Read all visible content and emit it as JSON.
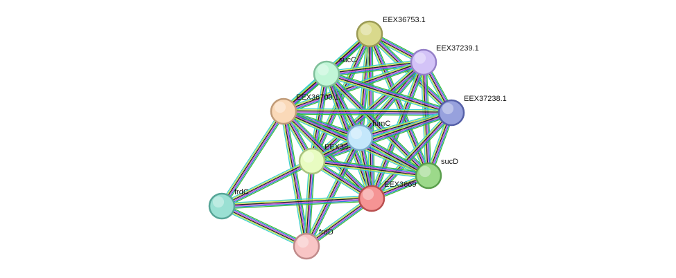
{
  "diagram": {
    "nodes": [
      {
        "id": "EEX36753.1",
        "label": "EEX36753.1",
        "color": "#d9d98c",
        "stroke": "#9a9a55"
      },
      {
        "id": "EEX37239.1",
        "label": "EEX37239.1",
        "color": "#d3c3f7",
        "stroke": "#9580c8"
      },
      {
        "id": "sucC",
        "label": "sucC",
        "color": "#c1f6d7",
        "stroke": "#7fbf9a"
      },
      {
        "id": "EEX37238.1",
        "label": "EEX37238.1",
        "color": "#97a1dd",
        "stroke": "#5560a8"
      },
      {
        "id": "EEX36700.1",
        "label": "EEX36700.1",
        "color": "#fad9b8",
        "stroke": "#c09b78"
      },
      {
        "id": "fumC",
        "label": "fumC",
        "color": "#c4e7fb",
        "stroke": "#7aaccc"
      },
      {
        "id": "EEX38",
        "label": "EEX38",
        "color": "#e8fcc1",
        "stroke": "#a9c27e"
      },
      {
        "id": "sucD",
        "label": "sucD",
        "color": "#9cd98a",
        "stroke": "#5a9e4c"
      },
      {
        "id": "EEX3669",
        "label": "EEX3669",
        "color": "#f59494",
        "stroke": "#b94f4f"
      },
      {
        "id": "frdC",
        "label": "frdC",
        "color": "#9ae0d3",
        "stroke": "#56a597"
      },
      {
        "id": "frdD",
        "label": "frdD",
        "color": "#f8c5c5",
        "stroke": "#c08a8a"
      }
    ],
    "edges": [
      [
        "EEX36753.1",
        "EEX37239.1"
      ],
      [
        "EEX36753.1",
        "sucC"
      ],
      [
        "EEX36753.1",
        "EEX37238.1"
      ],
      [
        "EEX36753.1",
        "EEX36700.1"
      ],
      [
        "EEX36753.1",
        "fumC"
      ],
      [
        "EEX36753.1",
        "EEX38"
      ],
      [
        "EEX36753.1",
        "sucD"
      ],
      [
        "EEX36753.1",
        "EEX3669"
      ],
      [
        "EEX37239.1",
        "sucC"
      ],
      [
        "EEX37239.1",
        "EEX37238.1"
      ],
      [
        "EEX37239.1",
        "EEX36700.1"
      ],
      [
        "EEX37239.1",
        "fumC"
      ],
      [
        "EEX37239.1",
        "EEX38"
      ],
      [
        "EEX37239.1",
        "sucD"
      ],
      [
        "EEX37239.1",
        "EEX3669"
      ],
      [
        "sucC",
        "EEX37238.1"
      ],
      [
        "sucC",
        "EEX36700.1"
      ],
      [
        "sucC",
        "fumC"
      ],
      [
        "sucC",
        "EEX38"
      ],
      [
        "sucC",
        "sucD"
      ],
      [
        "sucC",
        "EEX3669"
      ],
      [
        "EEX37238.1",
        "EEX36700.1"
      ],
      [
        "EEX37238.1",
        "fumC"
      ],
      [
        "EEX37238.1",
        "EEX38"
      ],
      [
        "EEX37238.1",
        "sucD"
      ],
      [
        "EEX37238.1",
        "EEX3669"
      ],
      [
        "EEX36700.1",
        "fumC"
      ],
      [
        "EEX36700.1",
        "EEX38"
      ],
      [
        "EEX36700.1",
        "sucD"
      ],
      [
        "EEX36700.1",
        "EEX3669"
      ],
      [
        "EEX36700.1",
        "frdC"
      ],
      [
        "EEX36700.1",
        "frdD"
      ],
      [
        "fumC",
        "EEX38"
      ],
      [
        "fumC",
        "sucD"
      ],
      [
        "fumC",
        "EEX3669"
      ],
      [
        "fumC",
        "frdD"
      ],
      [
        "EEX38",
        "sucD"
      ],
      [
        "EEX38",
        "EEX3669"
      ],
      [
        "EEX38",
        "frdC"
      ],
      [
        "EEX38",
        "frdD"
      ],
      [
        "sucD",
        "EEX3669"
      ],
      [
        "EEX3669",
        "frdC"
      ],
      [
        "EEX3669",
        "frdD"
      ],
      [
        "frdC",
        "frdD"
      ]
    ],
    "edge_colors": [
      "#3bbf3b",
      "#2a7fd6",
      "#c94bd6",
      "#222222",
      "#c7e34a",
      "#3ccfcf"
    ]
  }
}
